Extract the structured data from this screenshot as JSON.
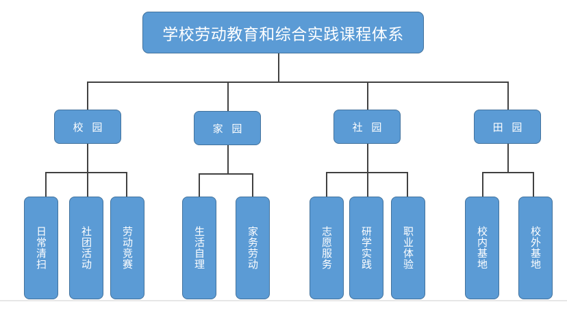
{
  "diagram": {
    "root": {
      "label": "学校劳动教育和综合实践课程体系"
    },
    "categories": [
      {
        "label": "校 园",
        "children": [
          "日常清扫",
          "社团活动",
          "劳动竞赛"
        ]
      },
      {
        "label": "家 园",
        "children": [
          "生活自理",
          "家务劳动"
        ]
      },
      {
        "label": "社 园",
        "children": [
          "志愿服务",
          "研学实践",
          "职业体验"
        ]
      },
      {
        "label": "田 园",
        "children": [
          "校内基地",
          "校外基地"
        ]
      }
    ],
    "colors": {
      "box_fill": "#5b9bd5",
      "box_border": "#41719c",
      "connector": "#404040",
      "text": "#ffffff"
    }
  }
}
